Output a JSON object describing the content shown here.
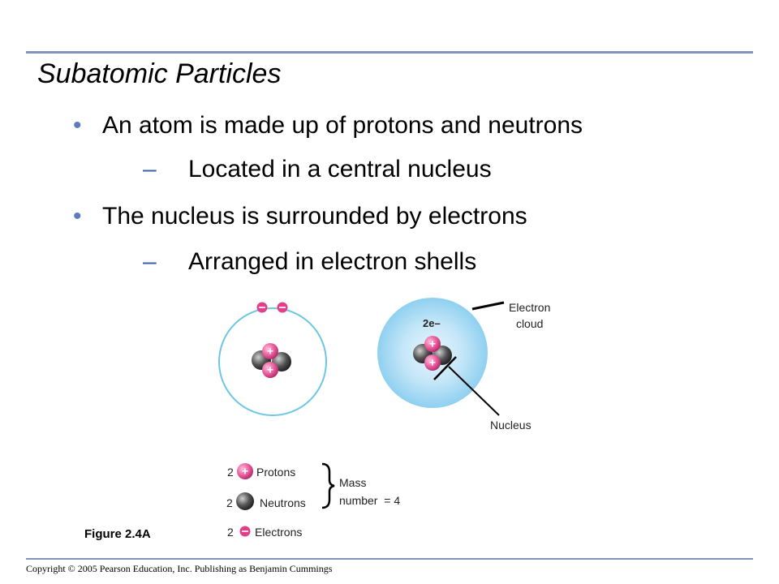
{
  "slide": {
    "title": "Subatomic Particles",
    "bullet_glyph": "•",
    "dash_glyph": "–",
    "bullets": [
      {
        "text": "An atom is made up of protons and neutrons",
        "sub": "Located in a central nucleus"
      },
      {
        "text": "The nucleus is surrounded by electrons",
        "sub": "Arranged in electron shells"
      }
    ]
  },
  "figure": {
    "label": "Figure 2.4A",
    "electron_cloud_label": "Electron\ncloud",
    "nucleus_label": "Nucleus",
    "cloud_electron_count": "2e–",
    "legend": {
      "protons": {
        "count": "2",
        "label": "Protons"
      },
      "neutrons": {
        "count": "2",
        "label": "Neutrons"
      },
      "electrons": {
        "count": "2",
        "label": "Electrons"
      },
      "mass_label": "Mass\nnumber  = 4"
    }
  },
  "footer": {
    "copyright": "Copyright © 2005 Pearson Education, Inc. Publishing as Benjamin Cummings"
  },
  "colors": {
    "accent_rule": "#8096c0",
    "proton": "#e8589a",
    "neutron": "#555555",
    "electron": "#e0408a",
    "orbit": "#6cc6e4",
    "cloud": "#a9d9f2"
  }
}
